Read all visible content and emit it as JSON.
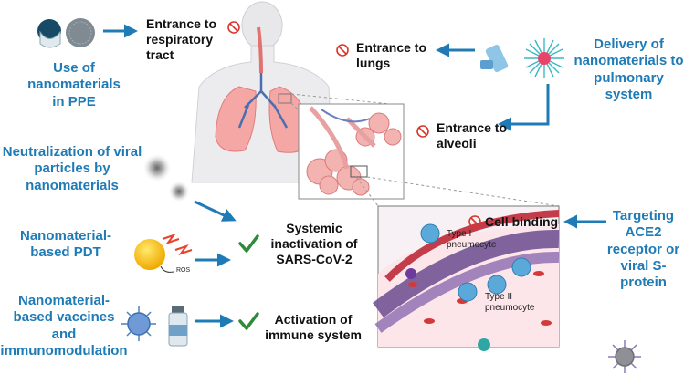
{
  "labels": {
    "ppe": "Use of nanomaterials in PPE",
    "neutralization": "Neutralization of viral particles by nanomaterials",
    "pdt": "Nanomaterial-based PDT",
    "vaccines": "Nanomaterial-based vaccines and immunomodulation",
    "delivery": "Delivery of nanomaterials to pulmonary system",
    "targeting": "Targeting ACE2 receptor or viral S-protein"
  },
  "outcomes": {
    "respiratory": "Entrance to respiratory tract",
    "lungs": "Entrance to lungs",
    "alveoli": "Entrance to alveoli",
    "cell_binding": "Cell binding",
    "systemic": "Systemic inactivation of SARS-CoV-2",
    "immune": "Activation of immune system"
  },
  "cells": {
    "type1": "Type I pneumocyte",
    "type2": "Type II pneumocyte",
    "ros": "ROS"
  },
  "colors": {
    "accent": "#1f7bb6",
    "check": "#2e8b3a",
    "prohibit": "#d9362b"
  }
}
